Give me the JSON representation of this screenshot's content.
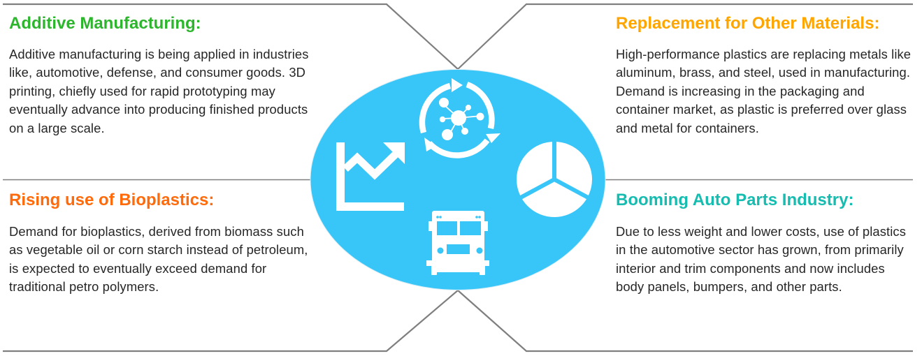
{
  "colors": {
    "line": "#7f7f7f",
    "ellipse": "#38c5f8",
    "icon": "#ffffff",
    "body_text": "#262626"
  },
  "sections": [
    {
      "id": "additive-manufacturing",
      "position": "top-left",
      "title": "Additive Manufacturing:",
      "title_color": "#2db52d",
      "body": "Additive manufacturing is being applied in industries like, automotive, defense, and consumer goods. 3D printing, chiefly used for rapid prototyping may eventually advance into producing finished products on a large scale."
    },
    {
      "id": "replacement-materials",
      "position": "top-right",
      "title": "Replacement for Other Materials:",
      "title_color": "#ffa500",
      "body": "High-performance plastics are replacing metals like aluminum, brass, and steel, used in manufacturing. Demand is increasing in the packaging and container market, as plastic is preferred over glass and metal for containers."
    },
    {
      "id": "bioplastics",
      "position": "bottom-left",
      "title": "Rising use of Bioplastics:",
      "title_color": "#ff6a0a",
      "body": "Demand for bioplastics, derived from biomass such as vegetable oil or corn starch instead of petroleum, is expected to eventually exceed demand for traditional petro polymers."
    },
    {
      "id": "auto-parts",
      "position": "bottom-right",
      "title": "Booming Auto Parts Industry:",
      "title_color": "#17bcb0",
      "body": "Due to less weight and lower costs, use of plastics in the automotive sector has grown, from primarily interior and trim components and now includes body panels, bumpers, and other parts."
    }
  ],
  "center_icons": [
    "growth-chart-icon",
    "cycle-network-icon",
    "pie-chart-icon",
    "bus-icon"
  ]
}
